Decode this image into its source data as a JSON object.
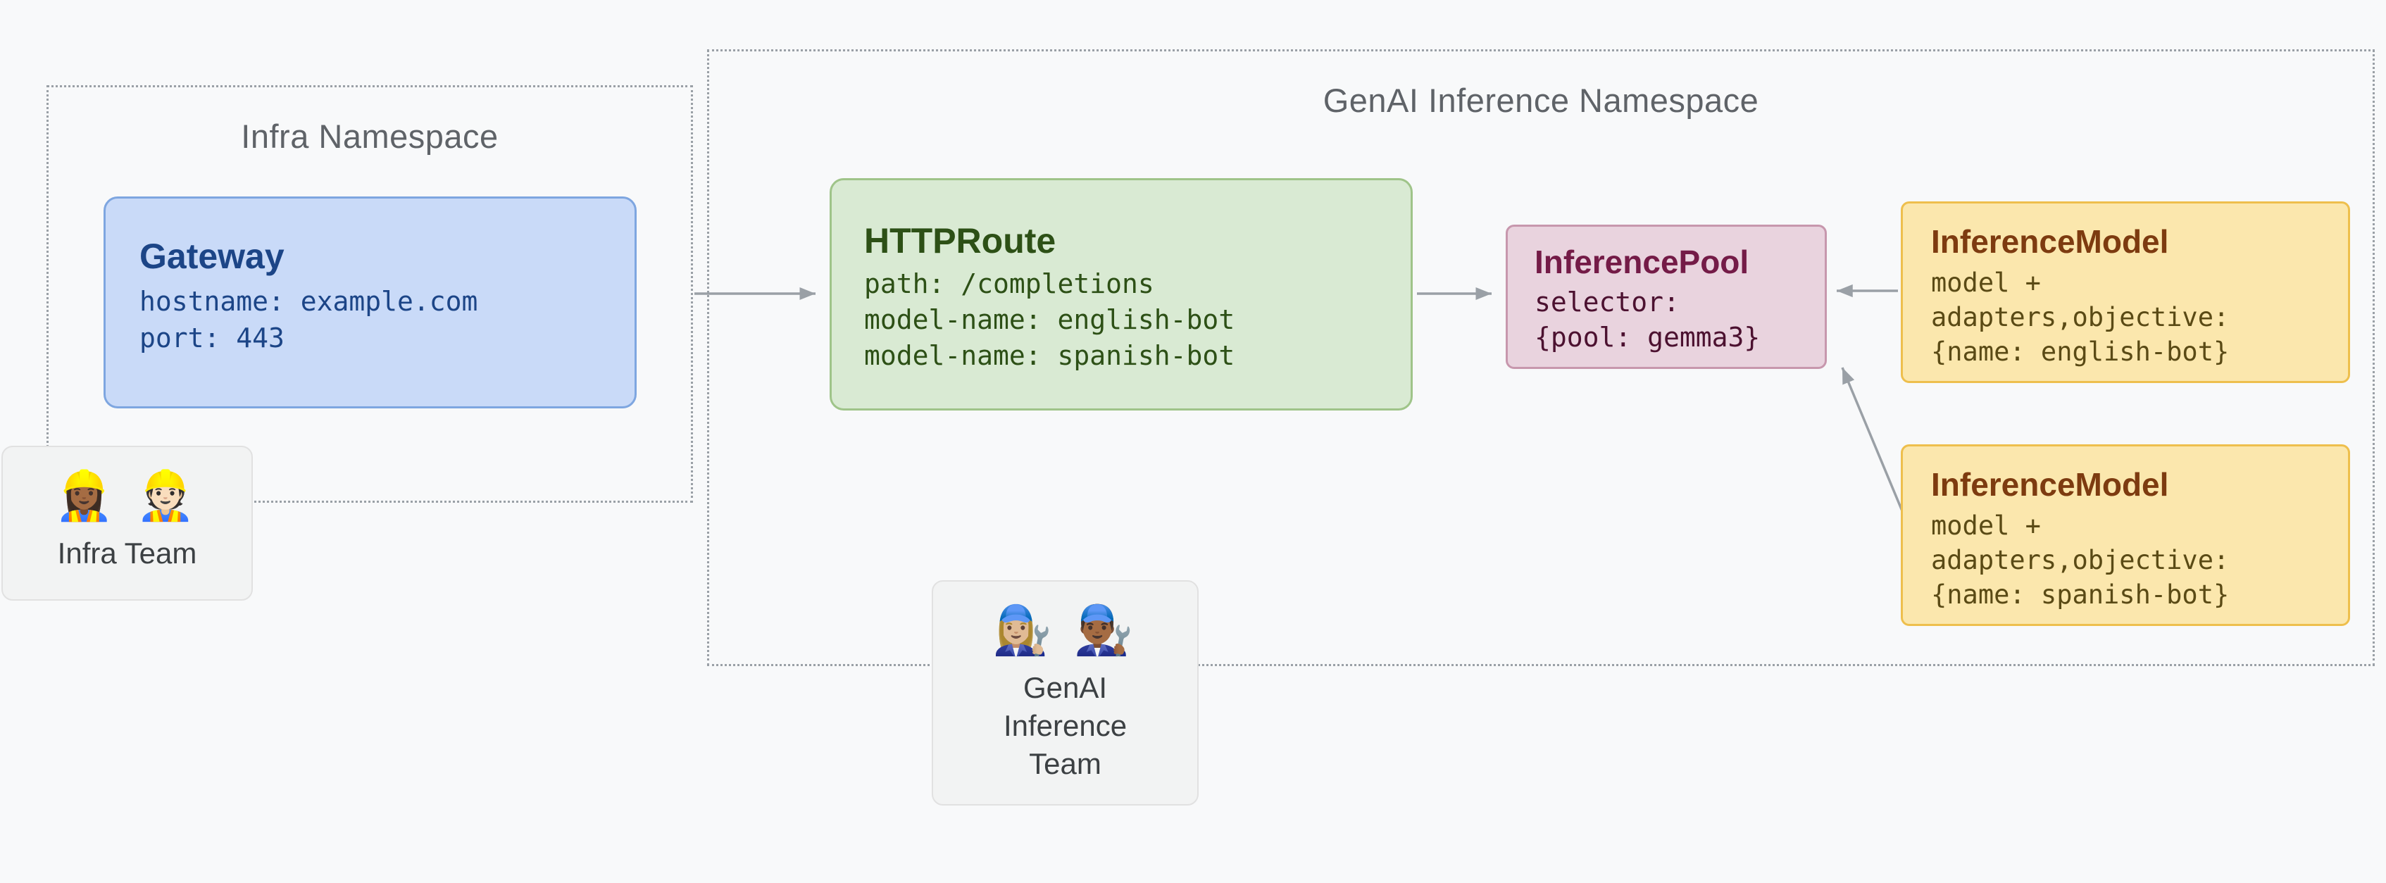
{
  "namespaces": {
    "infra": {
      "title": "Infra Namespace"
    },
    "genai": {
      "title": "GenAI Inference Namespace"
    }
  },
  "nodes": {
    "gateway": {
      "title": "Gateway",
      "lines": [
        "hostname: example.com",
        "port: 443"
      ]
    },
    "httproute": {
      "title": "HTTPRoute",
      "lines": [
        "path: /completions",
        "model-name: english-bot",
        "model-name: spanish-bot"
      ]
    },
    "inference_pool": {
      "title": "InferencePool",
      "lines": [
        "selector:",
        "{pool: gemma3}"
      ]
    },
    "inference_model_english": {
      "title": "InferenceModel",
      "lines": [
        "model +",
        "adapters,objective:",
        "{name: english-bot}"
      ]
    },
    "inference_model_spanish": {
      "title": "InferenceModel",
      "lines": [
        "model +",
        "adapters,objective:",
        "{name: spanish-bot}"
      ]
    }
  },
  "teams": {
    "infra": {
      "icon": "👷🏾‍♀️ 👷🏻",
      "label": "Infra Team"
    },
    "genai": {
      "icon": "👩🏼‍🔧 👨🏾‍🔧",
      "label": "GenAI Inference Team"
    }
  },
  "colors": {
    "canvas_bg": "#f8f9fa",
    "namespace_border": "#9aa0a6",
    "namespace_text": "#5f6368",
    "gateway_fill": "#c9daf8",
    "gateway_border": "#7ea6e0",
    "gateway_text": "#1c4587",
    "httproute_fill": "#d9ead3",
    "httproute_border": "#9fc489",
    "httproute_text": "#2d5016",
    "pool_fill": "#e9d3de",
    "pool_border": "#c797ad",
    "pool_title": "#741b47",
    "pool_text": "#4c1130",
    "model_fill": "#fbe7ad",
    "model_border": "#eebf4d",
    "model_title": "#7d3b10",
    "model_text": "#5a4a15",
    "team_fill": "#f2f3f3",
    "arrow": "#9aa0a6"
  }
}
